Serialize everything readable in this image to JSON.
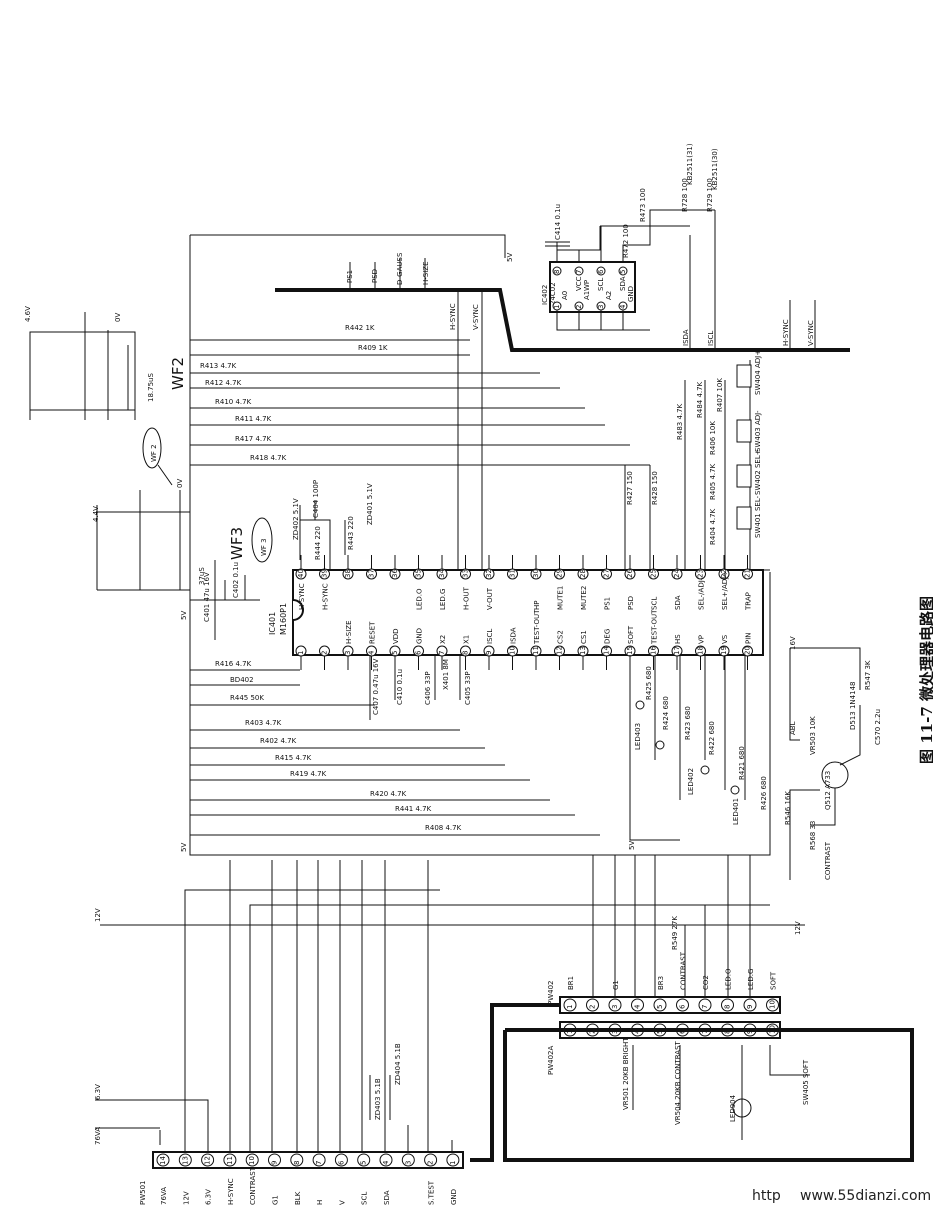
{
  "caption": "图 11-7  微处理器电路图",
  "watermark": "www.55dianzi.com",
  "watermark_prefix": "http",
  "waveforms": {
    "wf2_label": "WF2",
    "wf2_bubble": "WF 2",
    "wf2_top": "4.6V",
    "wf2_bottom": "0V",
    "wf2_period": "18.75uS",
    "wf3_label": "WF3",
    "wf3_bubble": "WF 3",
    "wf3_top": "4.4V",
    "wf3_bottom": "0V",
    "wf3_period": "37uS"
  },
  "main_ic": {
    "ref": "IC401",
    "part": "M160P1",
    "top_pins": [
      {
        "n": "40",
        "name": "H-SYNC"
      },
      {
        "n": "39",
        "name": "H-SYNC"
      },
      {
        "n": "38",
        "name": ""
      },
      {
        "n": "37",
        "name": ""
      },
      {
        "n": "36",
        "name": ""
      },
      {
        "n": "35",
        "name": "LED.O"
      },
      {
        "n": "34",
        "name": "LED.G"
      },
      {
        "n": "33",
        "name": "H-OUT"
      },
      {
        "n": "32",
        "name": "V-OUT"
      },
      {
        "n": "31",
        "name": ""
      },
      {
        "n": "30",
        "name": "HP"
      },
      {
        "n": "29",
        "name": "MUTE1"
      },
      {
        "n": "28",
        "name": "MUTE2"
      },
      {
        "n": "27",
        "name": "PS1"
      },
      {
        "n": "26",
        "name": "PSD"
      },
      {
        "n": "25",
        "name": "SCL"
      },
      {
        "n": "24",
        "name": "SDA"
      },
      {
        "n": "23",
        "name": "SEL-/ADJ-"
      },
      {
        "n": "22",
        "name": "SEL+/ADJ+"
      },
      {
        "n": "21",
        "name": "TRAP"
      }
    ],
    "bottom_pins": [
      {
        "n": "1",
        "name": ""
      },
      {
        "n": "2",
        "name": ""
      },
      {
        "n": "3",
        "name": "H-SIZE"
      },
      {
        "n": "4",
        "name": "RESET"
      },
      {
        "n": "5",
        "name": "VDD"
      },
      {
        "n": "6",
        "name": "GND"
      },
      {
        "n": "7",
        "name": "X2"
      },
      {
        "n": "8",
        "name": "X1"
      },
      {
        "n": "9",
        "name": "ISCL"
      },
      {
        "n": "10",
        "name": "ISDA"
      },
      {
        "n": "11",
        "name": "TEST-OUT"
      },
      {
        "n": "12",
        "name": "CS2"
      },
      {
        "n": "13",
        "name": "CS1"
      },
      {
        "n": "14",
        "name": "DEG"
      },
      {
        "n": "15",
        "name": "SOFT"
      },
      {
        "n": "16",
        "name": "TEST-OUT"
      },
      {
        "n": "17",
        "name": "HS"
      },
      {
        "n": "18",
        "name": "VP"
      },
      {
        "n": "19",
        "name": "VS"
      },
      {
        "n": "20",
        "name": "PIN"
      }
    ]
  },
  "eeprom": {
    "ref": "IC402",
    "part": "24C02",
    "top_pins": [
      {
        "n": "8",
        "name": "VCC"
      },
      {
        "n": "7",
        "name": "WP"
      },
      {
        "n": "6",
        "name": "SCL"
      },
      {
        "n": "5",
        "name": "SDA"
      }
    ],
    "bottom_pins": [
      {
        "n": "1",
        "name": "A0"
      },
      {
        "n": "2",
        "name": "A1"
      },
      {
        "n": "3",
        "name": "A2"
      },
      {
        "n": "4",
        "name": "GND"
      }
    ]
  },
  "top_signals": [
    "PS1",
    "PSD",
    "D-GAUSS",
    "H-SIZE"
  ],
  "top_right_signals": [
    "KB2511(31)",
    "KB2511(30)"
  ],
  "bus_labels": [
    "H-SYNC",
    "V-SYNC",
    "ISDA",
    "ISCL",
    "H-SYNC",
    "V-SYNC"
  ],
  "left_resistors": [
    {
      "ref": "R442",
      "val": "1K"
    },
    {
      "ref": "R409",
      "val": "1K"
    },
    {
      "ref": "R413",
      "val": "4.7K"
    },
    {
      "ref": "R412",
      "val": "4.7K"
    },
    {
      "ref": "R410",
      "val": "4.7K"
    },
    {
      "ref": "R411",
      "val": "4.7K"
    },
    {
      "ref": "R417",
      "val": "4.7K"
    },
    {
      "ref": "R418",
      "val": "4.7K"
    }
  ],
  "lower_resistors": [
    {
      "ref": "R416",
      "val": "4.7K"
    },
    {
      "ref": "BD402",
      "val": ""
    },
    {
      "ref": "R445",
      "val": "50K"
    },
    {
      "ref": "R403",
      "val": "4.7K"
    },
    {
      "ref": "R402",
      "val": "4.7K"
    },
    {
      "ref": "R415",
      "val": "4.7K"
    },
    {
      "ref": "R419",
      "val": "4.7K"
    },
    {
      "ref": "R420",
      "val": "4.7K"
    },
    {
      "ref": "R441",
      "val": "4.7K"
    },
    {
      "ref": "R408",
      "val": "4.7K"
    }
  ],
  "osc_parts": [
    {
      "ref": "C407",
      "val": "0.47u 16V"
    },
    {
      "ref": "C410",
      "val": "0.1u"
    },
    {
      "ref": "C406",
      "val": "33P"
    },
    {
      "ref": "X401",
      "val": "8M"
    },
    {
      "ref": "C405",
      "val": "33P"
    }
  ],
  "reset_parts": [
    {
      "ref": "C401",
      "val": "47u 16V"
    },
    {
      "ref": "C402",
      "val": "0.1u"
    },
    {
      "ref": "R444",
      "val": "220"
    },
    {
      "ref": "R443",
      "val": "220"
    },
    {
      "ref": "ZD402",
      "val": "5.1V"
    },
    {
      "ref": "ZD401",
      "val": "5.1V"
    },
    {
      "ref": "C404",
      "val": "100P"
    }
  ],
  "mid_resistors": [
    {
      "ref": "R427",
      "val": "150"
    },
    {
      "ref": "R428",
      "val": "150"
    },
    {
      "ref": "R483",
      "val": "4.7K"
    }
  ],
  "eeprom_parts": [
    {
      "ref": "C414",
      "val": "0.1u"
    },
    {
      "ref": "R473",
      "val": "100"
    },
    {
      "ref": "R472",
      "val": "100"
    },
    {
      "ref": "R728",
      "val": "100"
    },
    {
      "ref": "R729",
      "val": "100"
    }
  ],
  "switches": [
    {
      "ref": "SW404",
      "label": "ADJ+",
      "r": "R484 4.7K",
      "r2": "R407 10K"
    },
    {
      "ref": "SW403",
      "label": "ADJ-",
      "r": "R406 10K",
      "r2": ""
    },
    {
      "ref": "SW402",
      "label": "SEL+",
      "r": "R405 4.7K",
      "r2": ""
    },
    {
      "ref": "SW401",
      "label": "SEL-",
      "r": "R404 4.7K",
      "r2": ""
    }
  ],
  "leds": [
    {
      "ref": "LED403",
      "r": "R425 680"
    },
    {
      "ref": "LED402",
      "r": "R424 680"
    },
    {
      "ref": "LED401",
      "r": "R423 680"
    },
    {
      "ref": "",
      "r": "R422 680"
    },
    {
      "ref": "",
      "r": "R421 680"
    },
    {
      "ref": "",
      "r": "R426 680"
    }
  ],
  "transistor": {
    "ref": "Q512",
    "part": "A733",
    "d": "D513 1N4148",
    "c": "C570 2.2u",
    "r1": "R547 3K",
    "r2": "R546 16K",
    "r3": "R568 33",
    "vr": "VR503 10K",
    "supply": "16V",
    "label": "ABL",
    "net": "CONTRAST"
  },
  "connector_pw501": {
    "ref": "PW501",
    "pins": [
      {
        "n": "14",
        "name": "76VA"
      },
      {
        "n": "13",
        "name": "12V"
      },
      {
        "n": "12",
        "name": "6.3V"
      },
      {
        "n": "11",
        "name": "H-SYNC"
      },
      {
        "n": "10",
        "name": "CONTRAST"
      },
      {
        "n": "9",
        "name": "G1"
      },
      {
        "n": "8",
        "name": "BLK"
      },
      {
        "n": "7",
        "name": "H"
      },
      {
        "n": "6",
        "name": "V"
      },
      {
        "n": "5",
        "name": "SCL"
      },
      {
        "n": "4",
        "name": "SDA"
      },
      {
        "n": "3",
        "name": ""
      },
      {
        "n": "2",
        "name": "S.TEST"
      },
      {
        "n": "1",
        "name": "GND"
      }
    ]
  },
  "connector_pw402": {
    "ref": "PW402",
    "pins": [
      {
        "n": "1",
        "name": "BR1"
      },
      {
        "n": "2",
        "name": ""
      },
      {
        "n": "3",
        "name": "G1"
      },
      {
        "n": "4",
        "name": ""
      },
      {
        "n": "5",
        "name": "BR3"
      },
      {
        "n": "6",
        "name": "CONTRAST"
      },
      {
        "n": "7",
        "name": "CO2"
      },
      {
        "n": "8",
        "name": "LED.O"
      },
      {
        "n": "9",
        "name": "LED.G"
      },
      {
        "n": "10",
        "name": "SOFT"
      }
    ]
  },
  "connector_pw402a": {
    "ref": "PW402A",
    "pins": [
      "1",
      "2",
      "3",
      "4",
      "5",
      "6",
      "7",
      "8",
      "9",
      "10"
    ]
  },
  "panel_parts": [
    {
      "ref": "VR501",
      "val": "20KB",
      "label": "BRIGHT"
    },
    {
      "ref": "VR504",
      "val": "20KB",
      "label": "CONTRAST"
    },
    {
      "ref": "LED904",
      "val": "",
      "label": ""
    },
    {
      "ref": "SW405",
      "val": "",
      "label": "SOFT"
    }
  ],
  "zeners": [
    {
      "ref": "ZD403",
      "val": "5.1B"
    },
    {
      "ref": "ZD404",
      "val": "5.1B"
    }
  ],
  "rails": {
    "v5": "5V",
    "v12": "12V",
    "v63": "6.3V",
    "v76": "76VA",
    "r549": "R549 27K"
  }
}
